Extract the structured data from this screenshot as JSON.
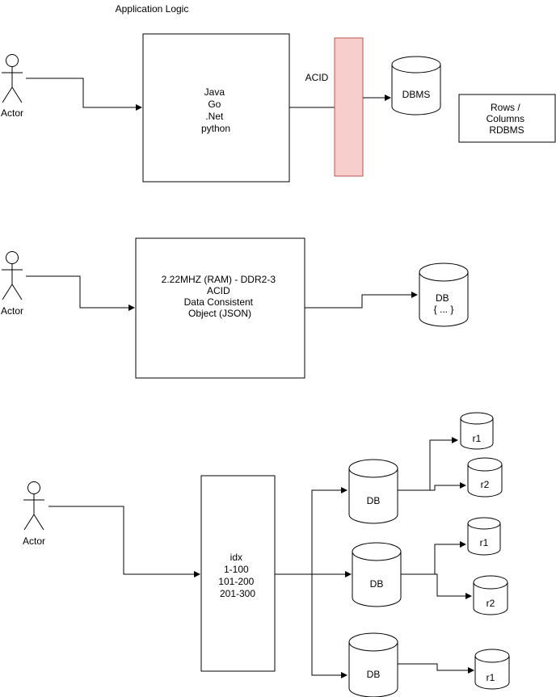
{
  "title": "Application Logic",
  "actor_label": "Actor",
  "section1": {
    "app_box_lines": [
      "Java",
      "Go",
      ".Net",
      "python"
    ],
    "acid_label": "ACID",
    "dbms_label": "DBMS",
    "rdbms_lines": [
      "Rows /",
      "Columns",
      "RDBMS"
    ],
    "acid_fill": "#f8cecc",
    "acid_stroke": "#b85450"
  },
  "section2": {
    "box_lines": [
      "2.22MHZ (RAM) - DDR2-3",
      "",
      "ACID",
      "Data Consistent",
      "",
      "Object (JSON)"
    ],
    "db_lines": [
      "DB",
      "{ ... }"
    ]
  },
  "section3": {
    "idx_lines": [
      "idx",
      "1-100",
      "101-200",
      "201-300"
    ],
    "db_label": "DB",
    "replicas_db1": [
      "r1",
      "r2"
    ],
    "replicas_db2": [
      "r1",
      "r2"
    ],
    "replicas_db3": [
      "r1"
    ]
  }
}
